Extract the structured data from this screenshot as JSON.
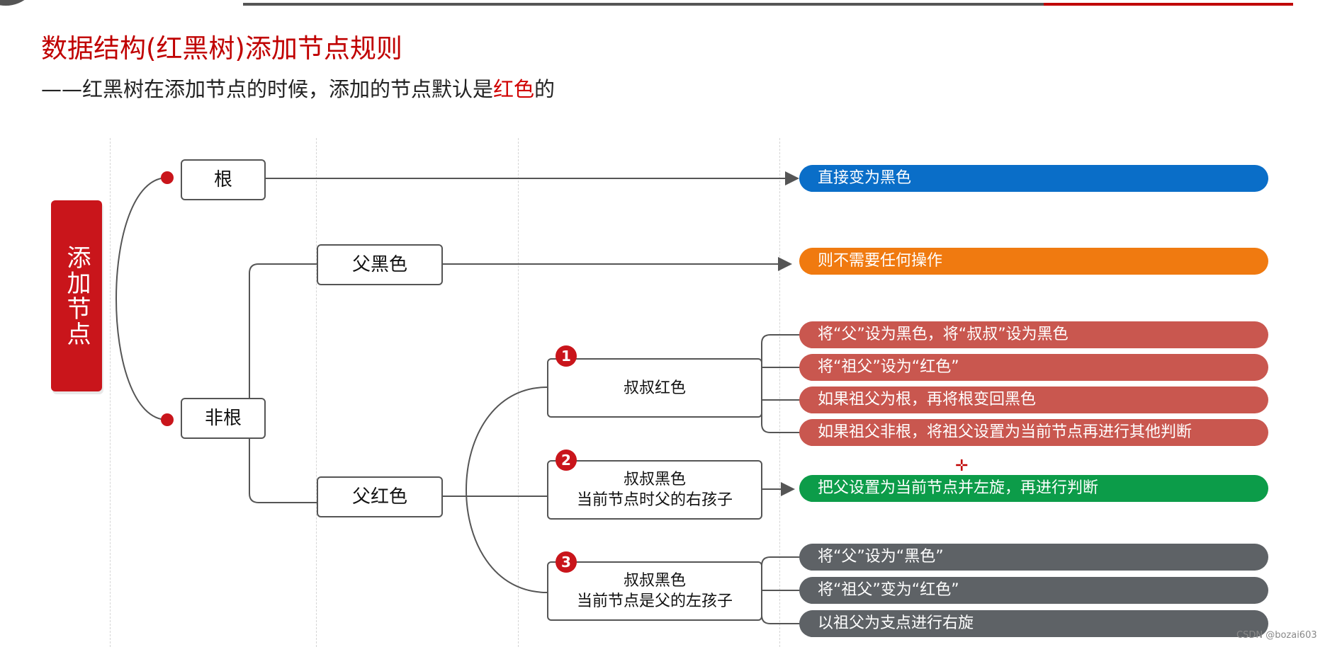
{
  "title": "数据结构(红黑树)添加节点规则",
  "subtitle": {
    "prefix": "——红黑树在添加节点的时候，添加的节点默认是",
    "highlight": "红色",
    "suffix": "的"
  },
  "root": {
    "label": "添加节点"
  },
  "nodes": {
    "root_node": "根",
    "non_root": "非根",
    "parent_black": "父黑色",
    "parent_red": "父红色",
    "case1": "叔叔红色",
    "case2": "叔叔黑色\n当前节点时父的右孩子",
    "case3": "叔叔黑色\n当前节点是父的左孩子"
  },
  "badges": {
    "case1": "1",
    "case2": "2",
    "case3": "3"
  },
  "results": {
    "root_result": "直接变为黑色",
    "parent_black_result": "则不需要任何操作",
    "case1": [
      "将“父”设为黑色，将“叔叔”设为黑色",
      "将“祖父”设为“红色”",
      "如果祖父为根，再将根变回黑色",
      "如果祖父非根，将祖父设置为当前节点再进行其他判断"
    ],
    "case2": [
      "把父设置为当前节点并左旋，再进行判断"
    ],
    "case3": [
      "将“父”设为“黑色”",
      "将“祖父”变为“红色”",
      "以祖父为支点进行右旋"
    ]
  },
  "colors": {
    "accent_red": "#c9151b",
    "title_red": "#c00000",
    "blue": "#0a6ec8",
    "orange": "#f07a10",
    "case1_red": "#c9574f",
    "green": "#0c9c49",
    "gray": "#5e6266"
  },
  "watermark": "CSDN @bozai603"
}
